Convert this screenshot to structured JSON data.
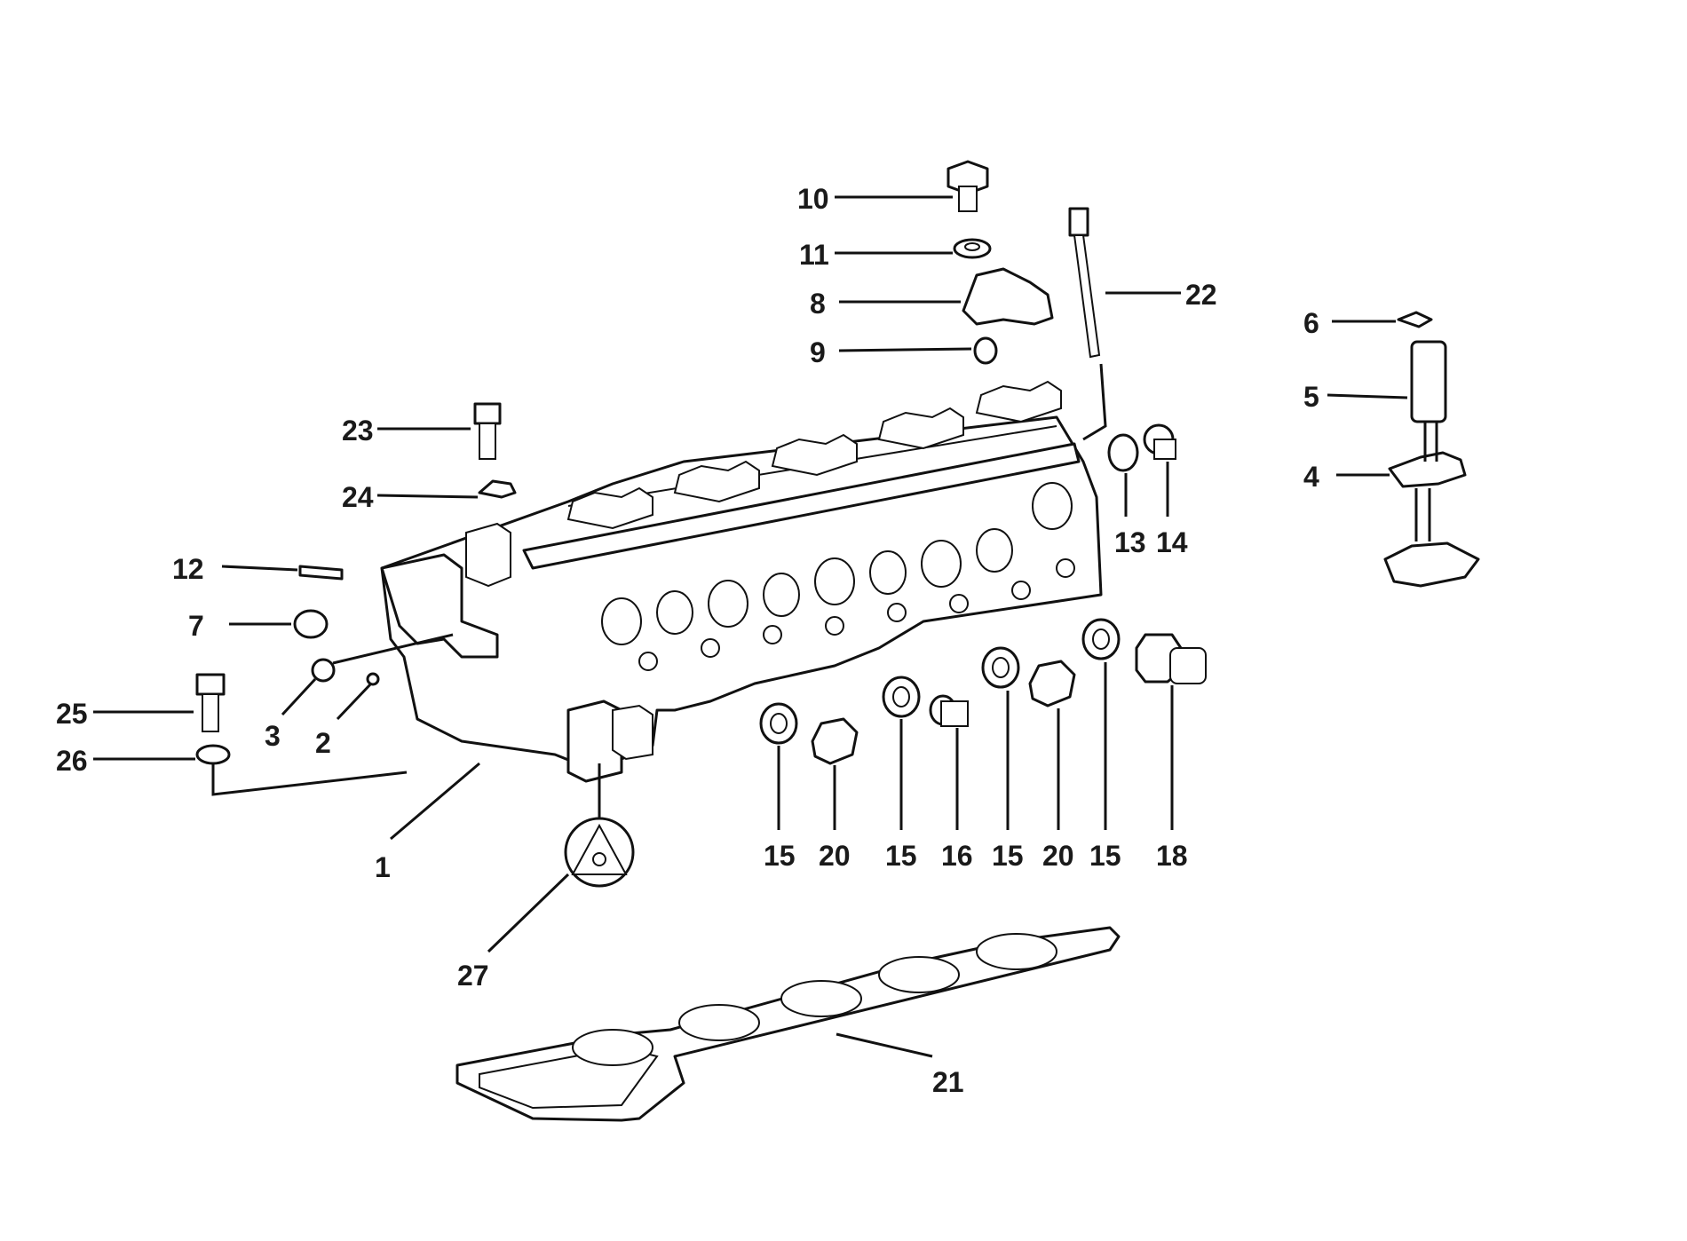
{
  "callouts": [
    {
      "id": "c1",
      "label": "1"
    },
    {
      "id": "c2",
      "label": "2"
    },
    {
      "id": "c3",
      "label": "3"
    },
    {
      "id": "c4",
      "label": "4"
    },
    {
      "id": "c5",
      "label": "5"
    },
    {
      "id": "c6",
      "label": "6"
    },
    {
      "id": "c7",
      "label": "7"
    },
    {
      "id": "c8",
      "label": "8"
    },
    {
      "id": "c9",
      "label": "9"
    },
    {
      "id": "c10",
      "label": "10"
    },
    {
      "id": "c11",
      "label": "11"
    },
    {
      "id": "c12",
      "label": "12"
    },
    {
      "id": "c13",
      "label": "13"
    },
    {
      "id": "c14",
      "label": "14"
    },
    {
      "id": "c15a",
      "label": "15"
    },
    {
      "id": "c15b",
      "label": "15"
    },
    {
      "id": "c15c",
      "label": "15"
    },
    {
      "id": "c15d",
      "label": "15"
    },
    {
      "id": "c16",
      "label": "16"
    },
    {
      "id": "c18",
      "label": "18"
    },
    {
      "id": "c20a",
      "label": "20"
    },
    {
      "id": "c20b",
      "label": "20"
    },
    {
      "id": "c21",
      "label": "21"
    },
    {
      "id": "c22",
      "label": "22"
    },
    {
      "id": "c23",
      "label": "23"
    },
    {
      "id": "c24",
      "label": "24"
    },
    {
      "id": "c25",
      "label": "25"
    },
    {
      "id": "c26",
      "label": "26"
    },
    {
      "id": "c27",
      "label": "27"
    }
  ]
}
